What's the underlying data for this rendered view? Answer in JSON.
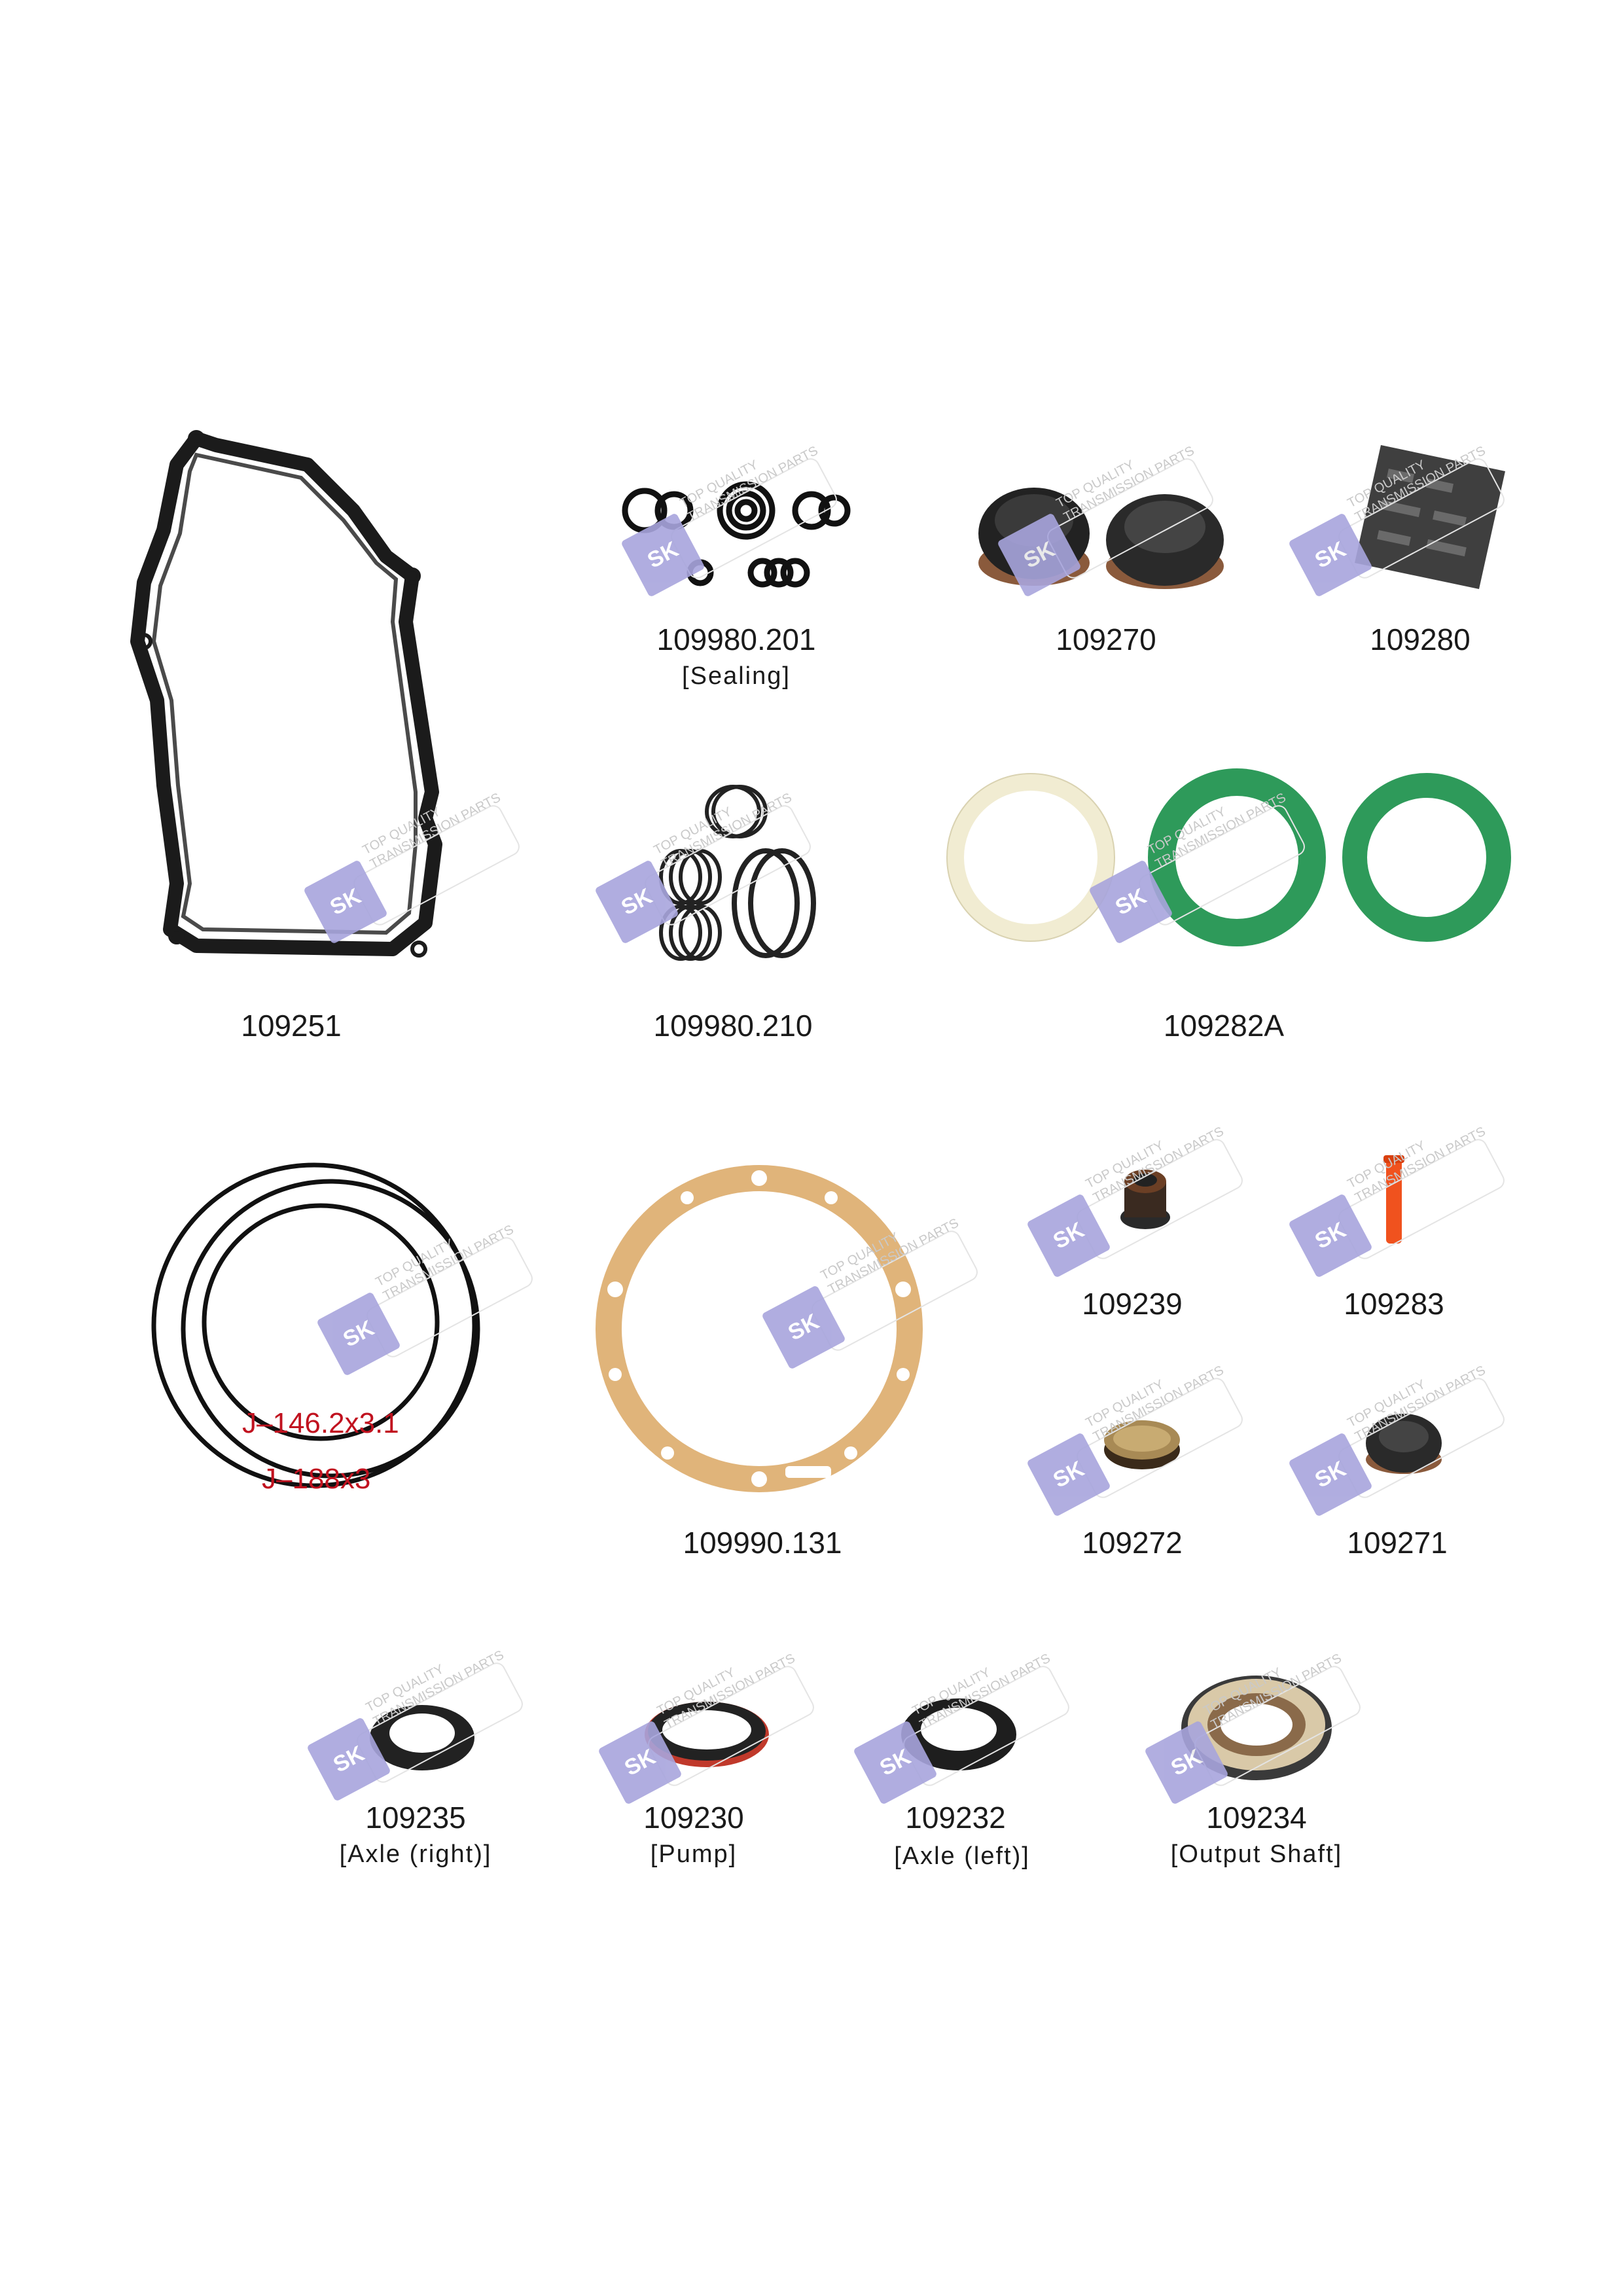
{
  "watermark": {
    "logo": "SK",
    "line1": "TOP QUALITY",
    "line2": "TRANSMISSION PARTS"
  },
  "items": {
    "p109980_201": {
      "code": "109980.201",
      "sub": "[Sealing]"
    },
    "p109270": {
      "code": "109270"
    },
    "p109280": {
      "code": "109280"
    },
    "p109251": {
      "code": "109251"
    },
    "p109980_210": {
      "code": "109980.210"
    },
    "p109282A": {
      "code": "109282A"
    },
    "p109239": {
      "code": "109239"
    },
    "p109283": {
      "code": "109283"
    },
    "p109990_131": {
      "code": "109990.131"
    },
    "p109272": {
      "code": "109272"
    },
    "p109271": {
      "code": "109271"
    },
    "p109235": {
      "code": "109235",
      "sub": "[Axle (right)]"
    },
    "p109230": {
      "code": "109230",
      "sub": "[Pump]"
    },
    "p109232": {
      "code": "109232",
      "sub": "[Axle (left)]"
    },
    "p109234": {
      "code": "109234",
      "sub": "[Output Shaft]"
    }
  },
  "ring_labels": {
    "a": "J–146.2x3.1",
    "b": "J–188x3"
  },
  "colors": {
    "label_red": "#c1121f",
    "gasket_tan": "#e0b47a",
    "seal_green": "#2e9a5a",
    "ring_cream": "#f4f0d8"
  }
}
